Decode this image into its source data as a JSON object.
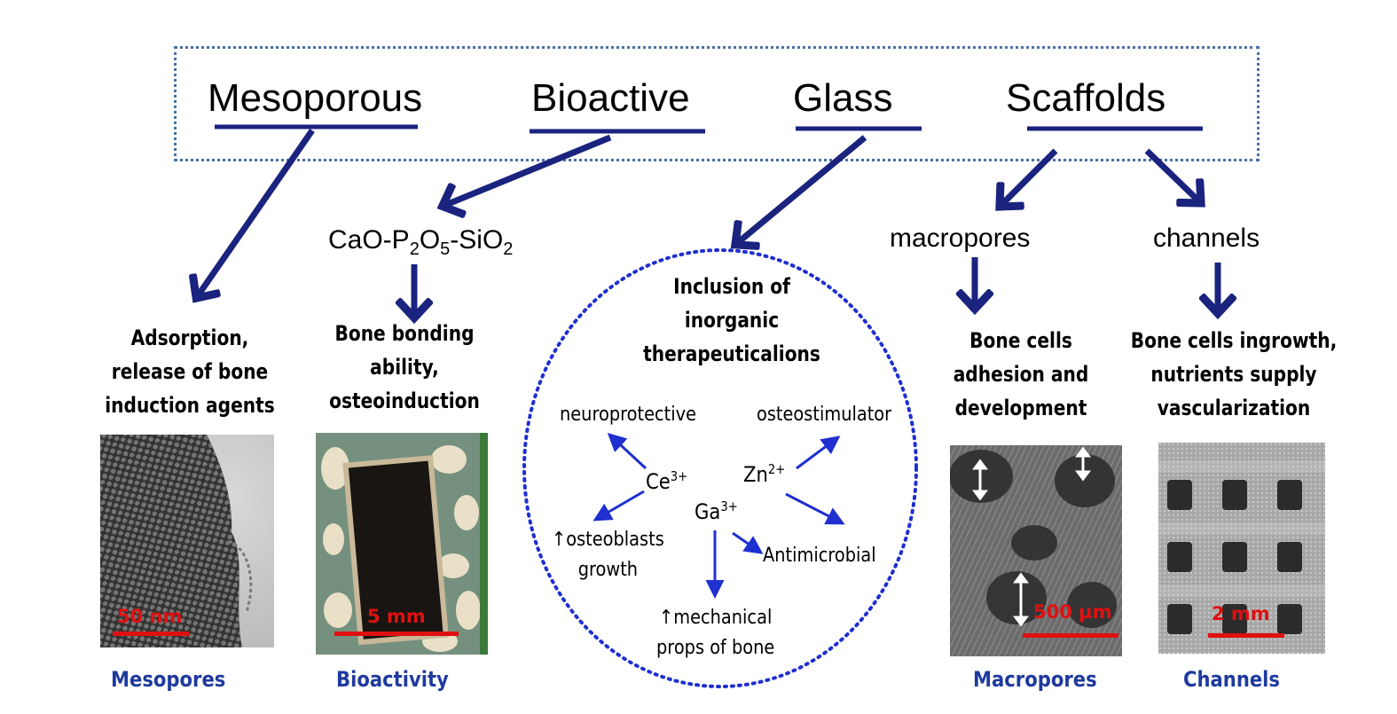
{
  "title_words": [
    "Mesoporous",
    "Bioactive",
    "Glass",
    "Scaffolds"
  ],
  "composition": {
    "part1": "CaO-P",
    "sub1": "2",
    "part2": "O",
    "sub2": "5",
    "part3": "-SiO",
    "sub3": "2"
  },
  "intermediate_labels": {
    "macropores": "macropores",
    "channels": "channels"
  },
  "descriptions": {
    "mesopores": [
      "Adsorption,",
      "release of bone",
      "induction agents"
    ],
    "bioactivity": [
      "Bone bonding",
      "ability,",
      "osteoinduction"
    ],
    "ions_title": [
      "Inclusion of",
      "inorganic",
      "therapeuticalions"
    ],
    "macropores": [
      "Bone cells",
      "adhesion and",
      "development"
    ],
    "channels": [
      "Bone cells ingrowth,",
      "nutrients supply",
      "vascularization"
    ]
  },
  "ions": {
    "ce": {
      "base": "Ce",
      "sup": "3+"
    },
    "zn": {
      "base": "Zn",
      "sup": "2+"
    },
    "ga": {
      "base": "Ga",
      "sup": "3+"
    }
  },
  "effects": {
    "neuroprotective": "neuroprotective",
    "osteostimulator": "osteostimulator",
    "osteoblasts": [
      "↑osteoblasts",
      "growth"
    ],
    "antimicrobial": "Antimicrobial",
    "mechanical": [
      "↑mechanical",
      "props of bone"
    ]
  },
  "scale_bars": {
    "mesopores": "50 nm",
    "bioactivity": "5 mm",
    "macropores": "500 µm",
    "channels": "2 mm"
  },
  "captions": {
    "mesopores": "Mesopores",
    "bioactivity": "Bioactivity",
    "macropores": "Macropores",
    "channels": "Channels"
  },
  "colors": {
    "arrow": "#1a237e",
    "ion_arrow": "#1f2fd0",
    "circle": "#1f2fd0",
    "caption": "#1f3a9e",
    "scale": "#e01010",
    "box": "#4a6fa5"
  }
}
